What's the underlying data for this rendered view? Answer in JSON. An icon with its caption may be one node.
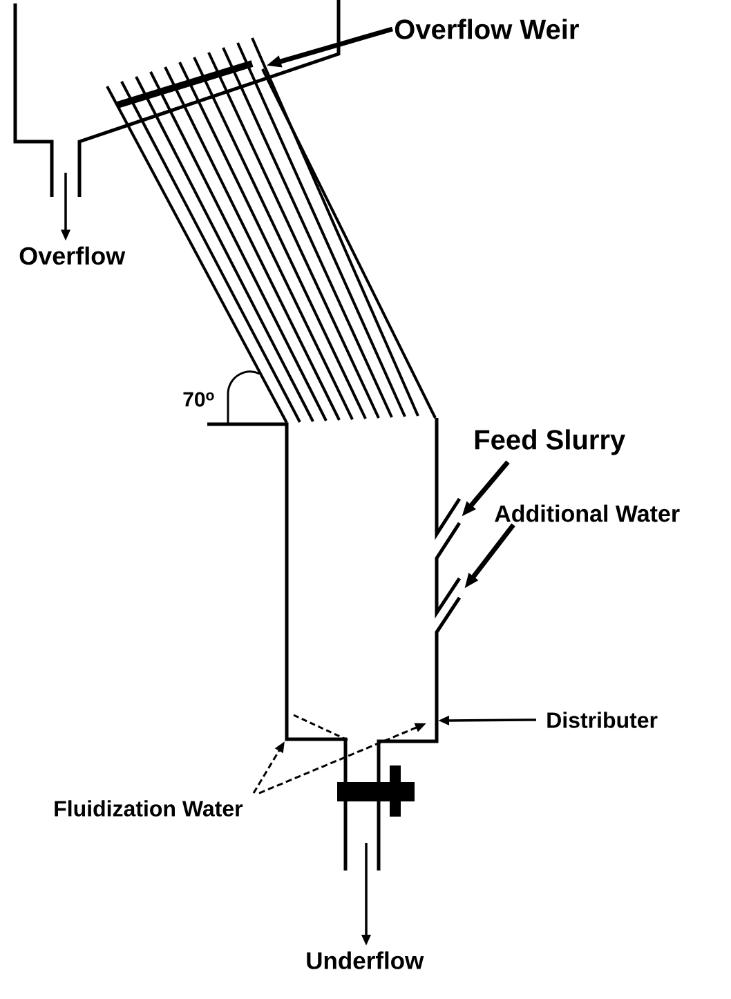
{
  "diagram": {
    "nodes": [
      {
        "text": [
          "Overflow Weir"
        ]
      },
      {
        "text": [
          "Overflow"
        ]
      },
      {
        "text": [
          "70$^{o}$"
        ]
      },
      {
        "text": [
          "Feed Slurry"
        ]
      },
      {
        "text": [
          "Additional Water"
        ]
      },
      {
        "text": [
          "Distributer"
        ]
      },
      {
        "text": [
          "Fluidization Water"
        ]
      },
      {
        "text": [
          "Underflow"
        ]
      }
    ],
    "edges": [
      {
        "from": 0,
        "to": null,
        "arrow": "to",
        "style": "thick"
      },
      {
        "from": null,
        "to": 1,
        "arrow": "to"
      },
      {
        "from": 3,
        "to": null,
        "arrow": "to",
        "style": "thick"
      },
      {
        "from": 4,
        "to": null,
        "arrow": "to",
        "style": "thick"
      },
      {
        "from": 5,
        "to": null,
        "arrow": "to"
      },
      {
        "from": 6,
        "to": null,
        "arrow": "to",
        "style": "dashed"
      },
      {
        "from": 6,
        "to": null,
        "arrow": "to",
        "style": "dashed"
      },
      {
        "from": null,
        "to": 7,
        "arrow": "to"
      }
    ]
  }
}
